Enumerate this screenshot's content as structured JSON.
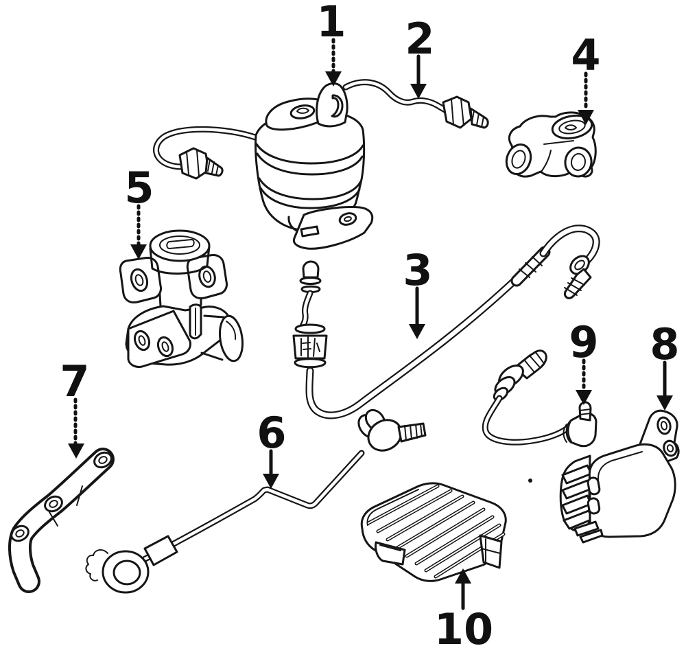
{
  "diagram": {
    "background_color": "#ffffff",
    "line_color": "#161616",
    "callouts": [
      {
        "label": "1"
      },
      {
        "label": "2"
      },
      {
        "label": "3"
      },
      {
        "label": "4"
      },
      {
        "label": "5"
      },
      {
        "label": "6"
      },
      {
        "label": "7"
      },
      {
        "label": "8"
      },
      {
        "label": "9"
      },
      {
        "label": "10"
      }
    ]
  }
}
